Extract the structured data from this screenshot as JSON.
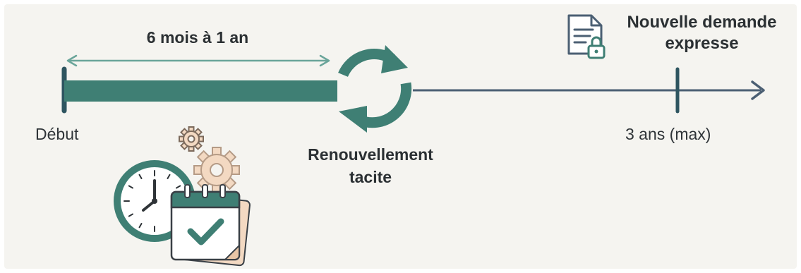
{
  "timeline": {
    "duration_label": "6 mois à 1 an",
    "start_label": "Début",
    "renewal_label_line1": "Renouvellement",
    "renewal_label_line2": "tacite",
    "max_label": "3 ans (max)",
    "request_label_line1": "Nouvelle demande",
    "request_label_line2": "expresse"
  },
  "icons": {
    "renewal": "refresh-cycle-icon",
    "document": "locked-document-icon",
    "schedule": "clock-calendar-gears-icon"
  },
  "colors": {
    "teal": "#3f7f74",
    "teal_light": "#6aa59a",
    "slate": "#4b5f73",
    "peach": "#f3d9c2",
    "background": "#f5f4f0",
    "text": "#2f3438"
  }
}
